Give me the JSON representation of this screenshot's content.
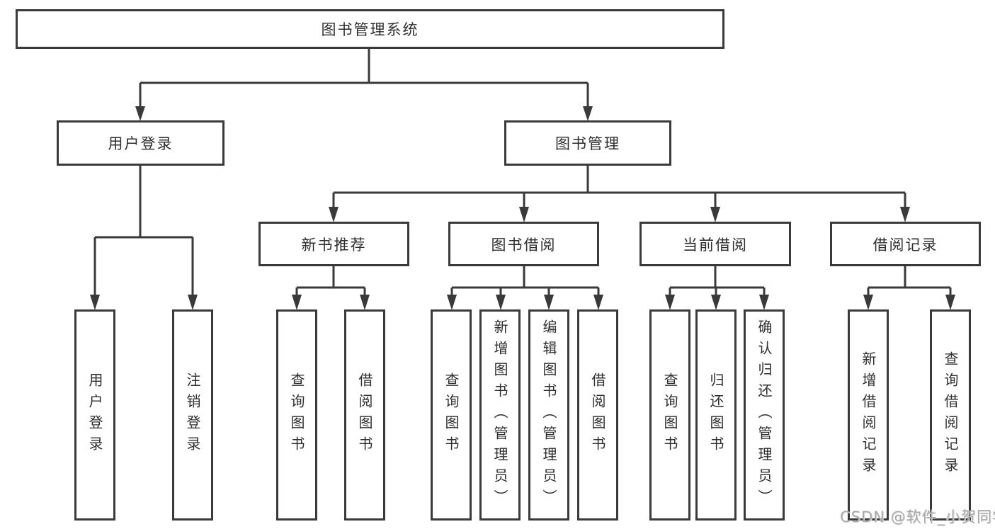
{
  "diagram": {
    "title": "图书管理系统",
    "level2": [
      {
        "label": "用户登录"
      },
      {
        "label": "图书管理"
      }
    ],
    "level3": [
      {
        "label": "新书推荐"
      },
      {
        "label": "图书借阅"
      },
      {
        "label": "当前借阅"
      },
      {
        "label": "借阅记录"
      }
    ],
    "leaves": [
      {
        "label": "用户登录"
      },
      {
        "label": "注销登录"
      },
      {
        "label": "查询图书"
      },
      {
        "label": "借阅图书"
      },
      {
        "label": "查询图书"
      },
      {
        "label": "新增图书（管理员）"
      },
      {
        "label": "编辑图书（管理员）"
      },
      {
        "label": "借阅图书"
      },
      {
        "label": "查询图书"
      },
      {
        "label": "归还图书"
      },
      {
        "label": "确认归还（管理员）"
      },
      {
        "label": "新增借阅记录"
      },
      {
        "label": "查询借阅记录"
      }
    ],
    "watermark": "CSDN @软件_小贺同学",
    "colors": {
      "line": "#3a3a3a",
      "text": "#2e2e2e",
      "watermark": "#aaaaaa",
      "background": "#ffffff"
    }
  }
}
